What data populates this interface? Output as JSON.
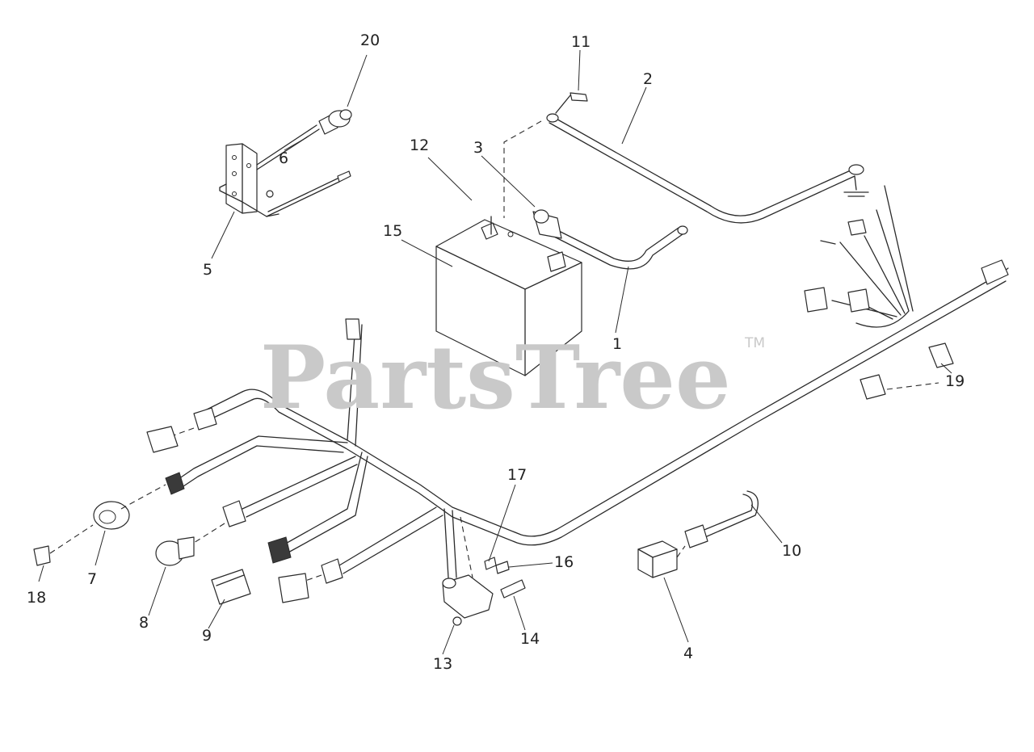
{
  "watermark": {
    "text": "PartsTree",
    "trademark": "TM"
  },
  "callouts": {
    "c1": "1",
    "c2": "2",
    "c3": "3",
    "c4": "4",
    "c5": "5",
    "c6": "6",
    "c7": "7",
    "c8": "8",
    "c9": "9",
    "c10": "10",
    "c11": "11",
    "c12": "12",
    "c13": "13",
    "c14": "14",
    "c15": "15",
    "c16": "16",
    "c17": "17",
    "c18": "18",
    "c19": "19",
    "c20": "20"
  }
}
